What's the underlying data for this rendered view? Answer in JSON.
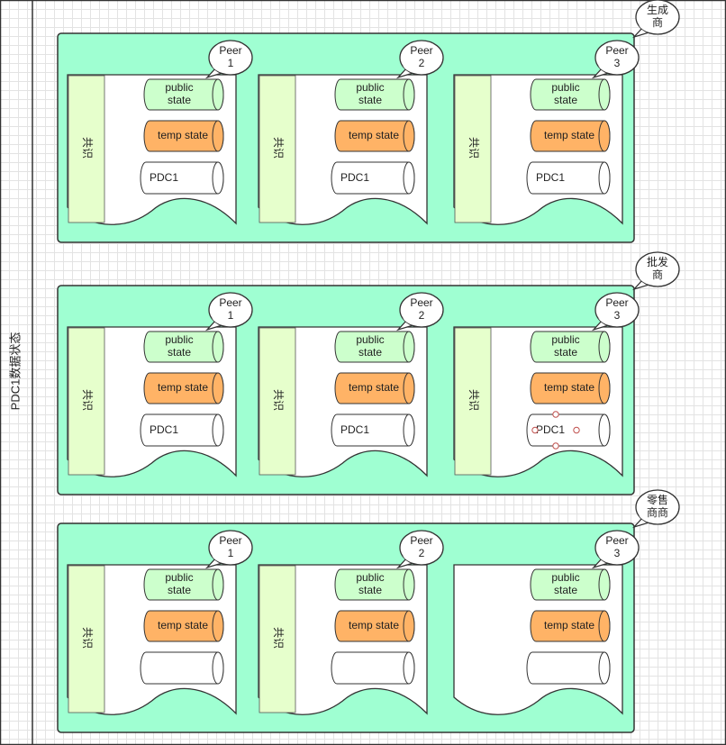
{
  "title": "PDC1数据状态",
  "stores": {
    "public": "public state",
    "temp": "temp state"
  },
  "consensus_label": "共识",
  "colors": {
    "org_fill": "#9fffd2",
    "consensus_fill": "#e6ffcc",
    "public_fill": "#ccffcc",
    "temp_fill": "#ffb366",
    "callout_fill": "#ffffff"
  },
  "orgs": [
    {
      "name": "生成商",
      "peers": [
        {
          "label": "Peer 1",
          "has_consensus": true,
          "pdc": "PDC1",
          "selected": false
        },
        {
          "label": "Peer 2",
          "has_consensus": true,
          "pdc": "PDC1",
          "selected": false
        },
        {
          "label": "Peer 3",
          "has_consensus": true,
          "pdc": "PDC1",
          "selected": false
        }
      ]
    },
    {
      "name": "批发商",
      "peers": [
        {
          "label": "Peer 1",
          "has_consensus": true,
          "pdc": "PDC1",
          "selected": false
        },
        {
          "label": "Peer 2",
          "has_consensus": true,
          "pdc": "PDC1",
          "selected": false
        },
        {
          "label": "Peer 3",
          "has_consensus": true,
          "pdc": "PDC1",
          "selected": true
        }
      ]
    },
    {
      "name": "零售商商",
      "peers": [
        {
          "label": "Peer 1",
          "has_consensus": true,
          "pdc": "",
          "selected": false
        },
        {
          "label": "Peer 2",
          "has_consensus": true,
          "pdc": "",
          "selected": false
        },
        {
          "label": "Peer 3",
          "has_consensus": false,
          "pdc": "",
          "selected": false
        }
      ]
    }
  ]
}
